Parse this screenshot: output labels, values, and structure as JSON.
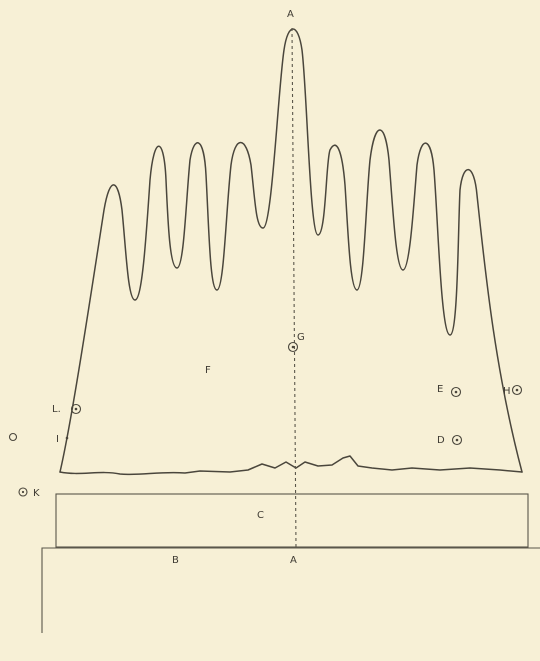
{
  "labels": {
    "a_top": "A",
    "a_bottom": "A",
    "b": "B",
    "c": "C",
    "f": "F",
    "g": "G",
    "e": "E",
    "h": "H",
    "l": "L.",
    "i": "I",
    "d": "D",
    "k": "K"
  },
  "colors": {
    "paper": "#f7f0d6",
    "ink": "#4a463c"
  }
}
